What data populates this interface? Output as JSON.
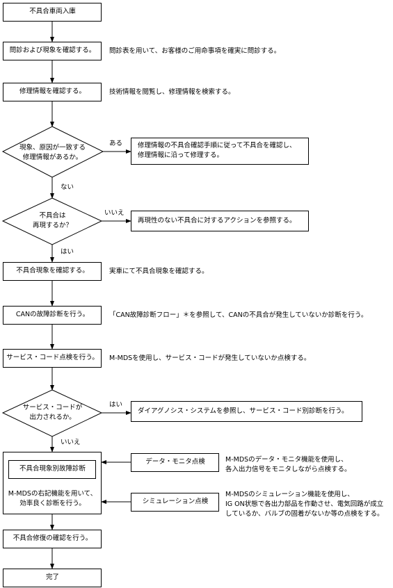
{
  "flow": {
    "start": "不具合車両入庫",
    "step1": {
      "label": "問診および現象を確認する。",
      "note": "問診表を用いて、お客様のご用命事項を確実に問診する。"
    },
    "step2": {
      "label": "修理情報を確認する。",
      "note": "技術情報を閲覧し、修理情報を検索する。"
    },
    "decision1": {
      "line1": "現象、原因が一致する",
      "line2": "修理情報があるか。",
      "yes": "ある",
      "no": "ない",
      "yes_box": "修理情報の不具合確認手順に従って不具合を確認し、\n修理情報に沿って修理する。"
    },
    "decision2": {
      "line1": "不具合は",
      "line2": "再現するか？",
      "yes": "はい",
      "no": "いいえ",
      "no_box": "再現性のない不具合に対するアクションを参照する。"
    },
    "step3": {
      "label": "不具合現象を確認する。",
      "note": "実車にて不具合現象を確認する。"
    },
    "step4": {
      "label": "CANの故障診断を行う。",
      "note": "「CAN故障診断フロー」＊を参照して、CANの不具合が発生していないか診断を行う。"
    },
    "step5": {
      "label": "サービス・コード点検を行う。",
      "note": "M-MDSを使用し、サービス・コードが発生していないか点検する。"
    },
    "decision3": {
      "line1": "サービス・コードが",
      "line2": "出力されるか。",
      "yes": "はい",
      "no": "いいえ",
      "yes_box": "ダイアグノシス・システムを参照し、サービス・コード別診断を行う。"
    },
    "symptom_box": {
      "inner": "不具合現象別故障診断",
      "text": "M-MDSの右記機能を用いて、\n効率良く診断を行う。"
    },
    "data_monitor": {
      "label": "データ・モニタ点検",
      "note": "M-MDSのデータ・モニタ機能を使用し、\n各入出力信号をモニタしながら点検する。"
    },
    "simulation": {
      "label": "シミュレーション点検",
      "note": "M-MDSのシミュレーション機能を使用し、\nIG ON状態で各出力部品を作動させ、電気回路が成立\nしているか、バルブの固着がないか等の点検をする。"
    },
    "step6": {
      "label": "不具合修復の確認を行う。"
    },
    "end": "完了"
  }
}
